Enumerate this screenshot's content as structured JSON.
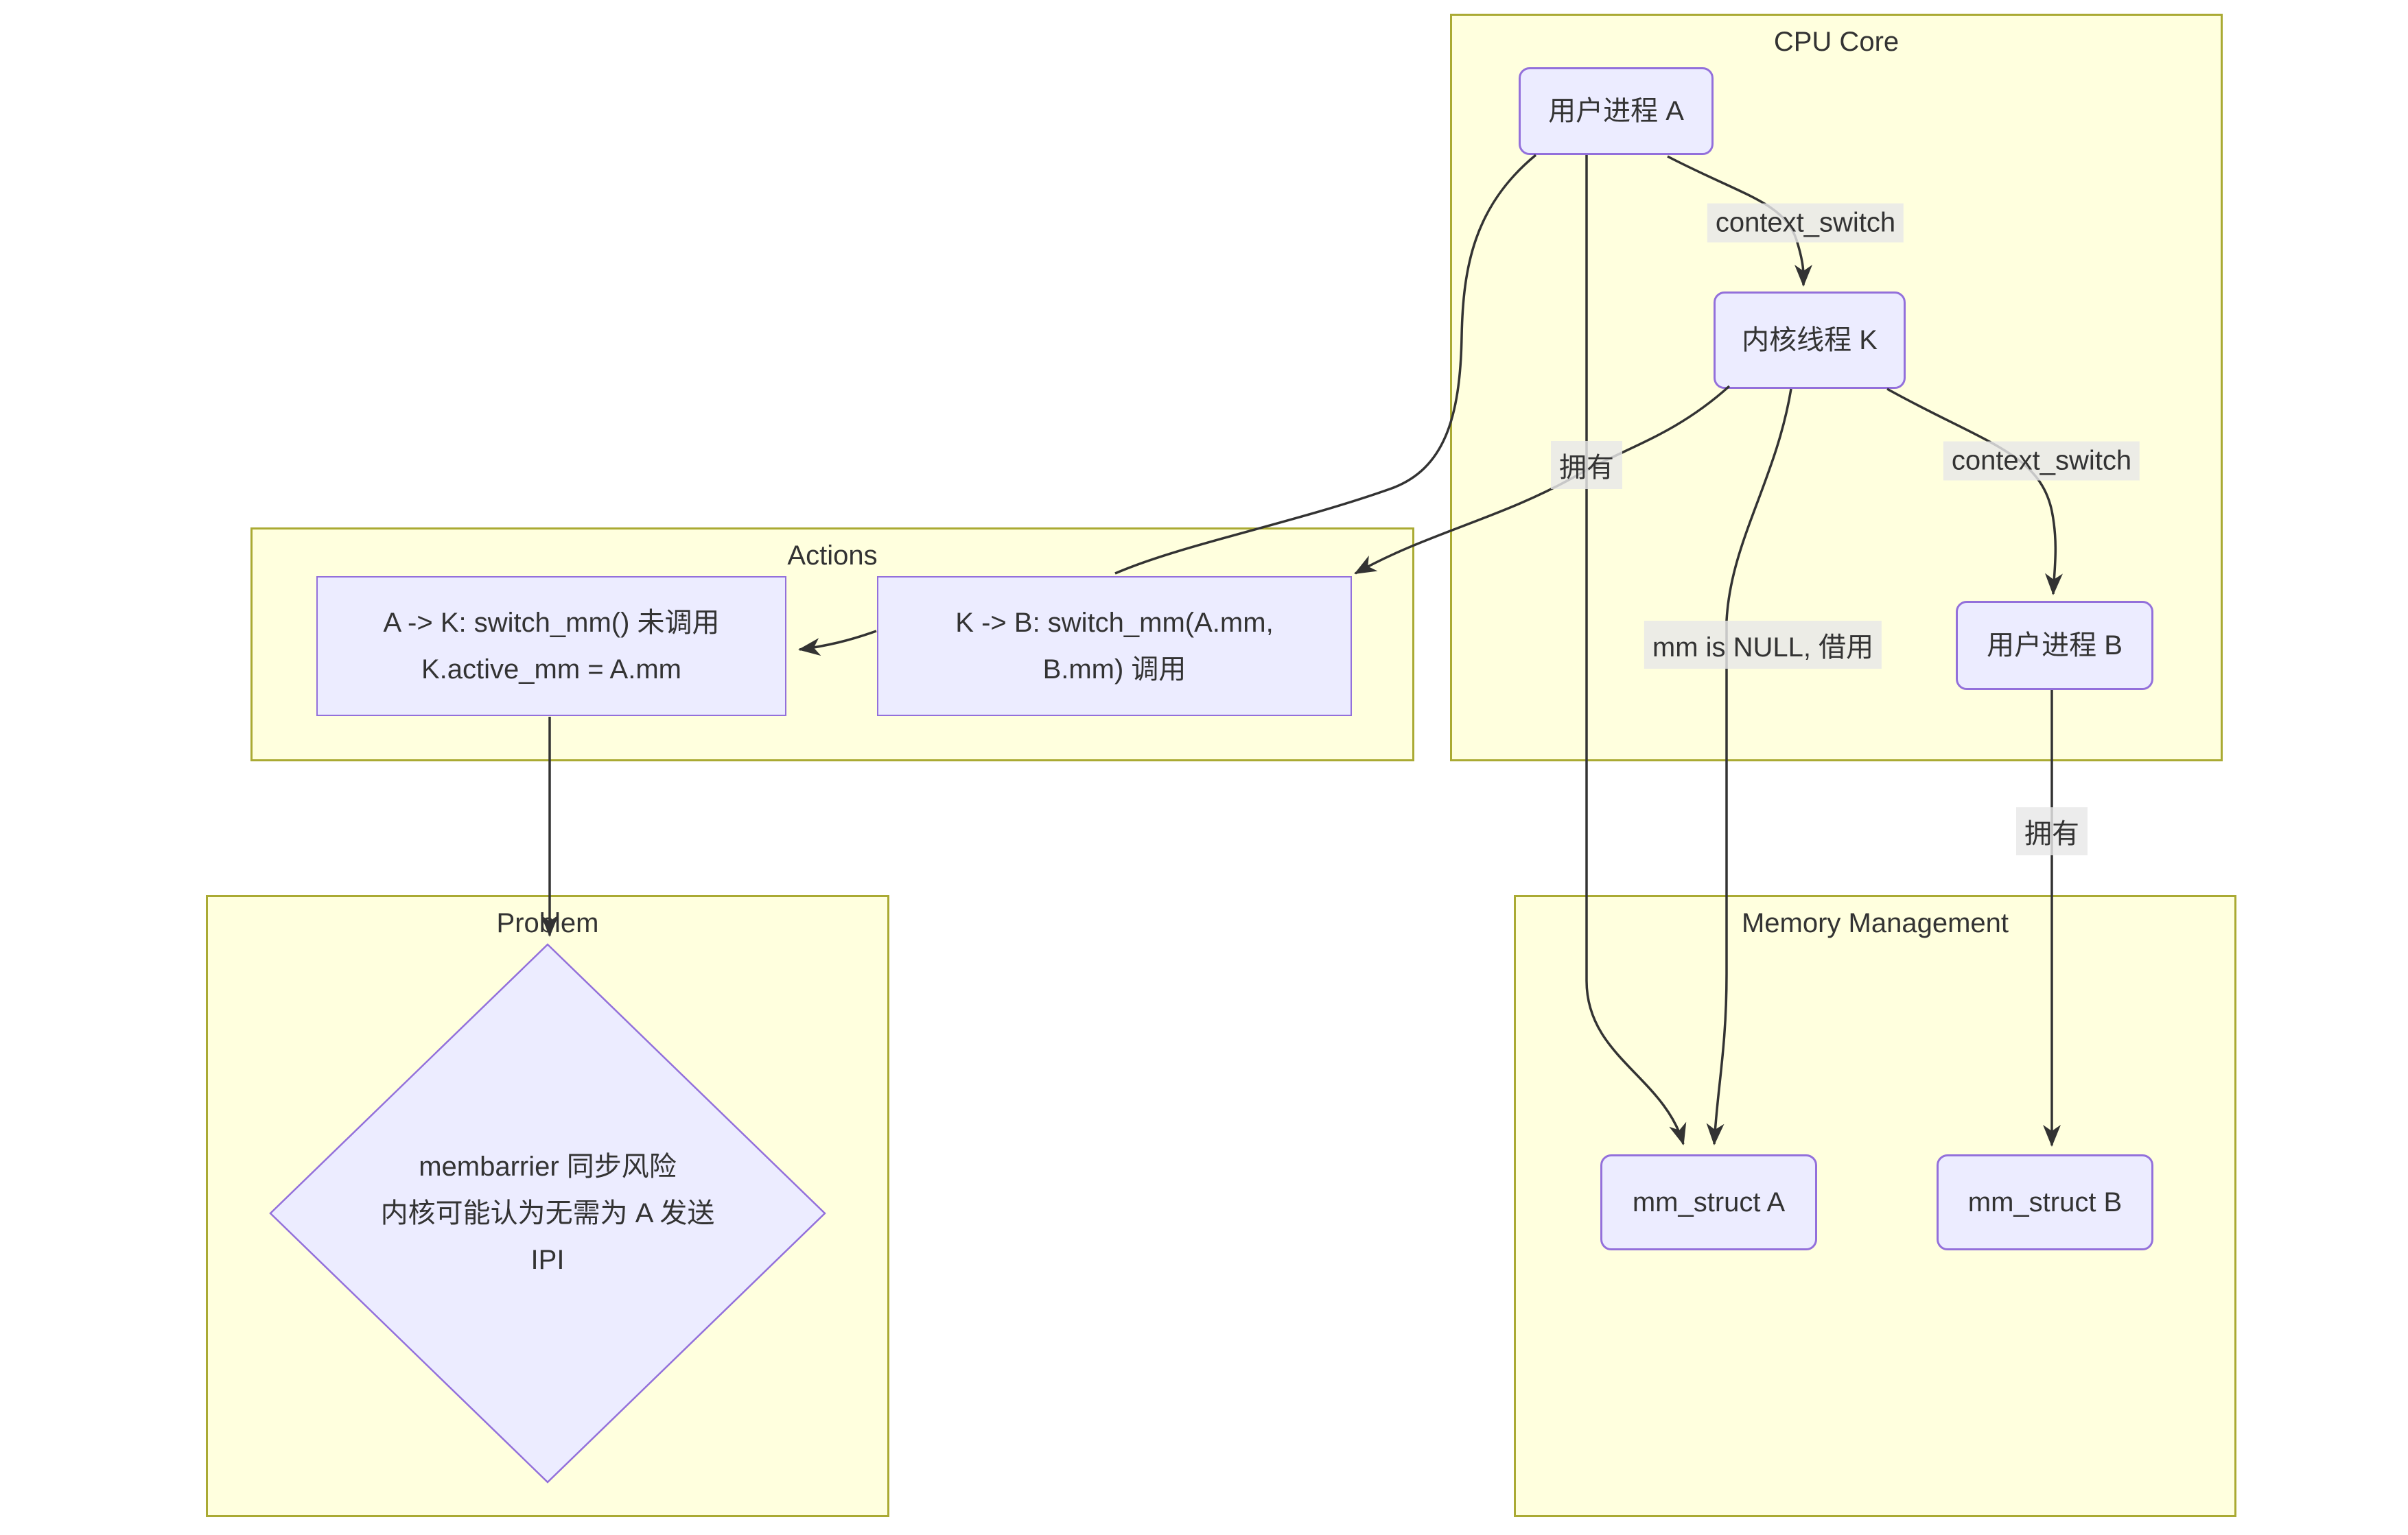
{
  "diagram": {
    "clusters": {
      "cpu_core": {
        "title": "CPU Core"
      },
      "actions": {
        "title": "Actions"
      },
      "problem": {
        "title": "Problem"
      },
      "memory": {
        "title": "Memory Management"
      }
    },
    "nodes": {
      "process_a": {
        "label": "用户进程 A"
      },
      "kernel_thread_k": {
        "label": "内核线程 K"
      },
      "process_b": {
        "label": "用户进程 B"
      },
      "action_ak": {
        "line1": "A -> K: switch_mm() 未调用",
        "line2": "K.active_mm = A.mm"
      },
      "action_kb": {
        "line1": "K -> B: switch_mm(A.mm,",
        "line2": "B.mm) 调用"
      },
      "problem_diamond": {
        "line1": "membarrier 同步风险",
        "line2": "内核可能认为无需为 A 发送",
        "line3": "IPI"
      },
      "mm_struct_a": {
        "label": "mm_struct A"
      },
      "mm_struct_b": {
        "label": "mm_struct B"
      }
    },
    "edge_labels": {
      "context_switch_a_to_k": "context_switch",
      "context_switch_k_to_b": "context_switch",
      "owns_a": "拥有",
      "owns_b": "拥有",
      "borrow": "mm is NULL, 借用"
    },
    "colors": {
      "cluster_fill": "#ffffde",
      "cluster_border": "#aaaa33",
      "node_fill": "#ECECFF",
      "node_border": "#9370DB",
      "edge": "#333333",
      "edge_label_bg": "#e8e8e8",
      "text": "#333333"
    }
  }
}
